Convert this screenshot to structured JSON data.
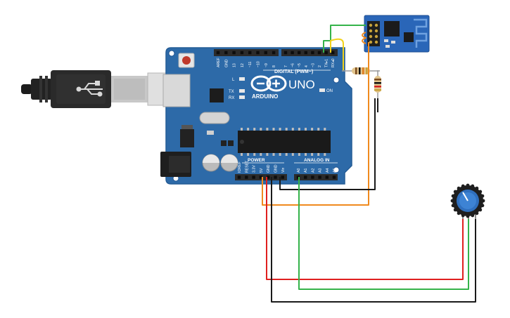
{
  "board": {
    "brand": "ARDUINO",
    "model": "UNO",
    "digital_header_label": "DIGITAL (PWM~)",
    "digital_pins": [
      "AREF",
      "GND",
      "13",
      "12",
      "~11",
      "~10",
      "~9",
      "8",
      "7",
      "~6",
      "~5",
      "4",
      "~3",
      "2",
      "TX▸1",
      "RX◂0"
    ],
    "power_label": "POWER",
    "power_pins": [
      "IOREF",
      "RESET",
      "3.3V",
      "5V",
      "GND",
      "GND",
      "Vin"
    ],
    "analog_label": "ANALOG IN",
    "analog_pins": [
      "A0",
      "A1",
      "A2",
      "A3",
      "A4",
      "A5"
    ],
    "led_labels": {
      "l": "L",
      "tx": "TX",
      "rx": "RX",
      "on": "ON"
    }
  },
  "components": {
    "usb_cable": "usb-b-cable",
    "wifi_module": "esp8266-module",
    "potentiometer": "rotary-potentiometer",
    "resistors": [
      "resistor-1",
      "resistor-2"
    ]
  },
  "wire_colors": {
    "red": "#e0201f",
    "green": "#35b34a",
    "black": "#1a1a1a",
    "orange": "#f08a1e",
    "yellow": "#f2d21b"
  },
  "colors": {
    "board": "#2d6aa8",
    "board_dark": "#1f5390",
    "header": "#2b2b2b",
    "esp_board": "#2a66b8"
  }
}
